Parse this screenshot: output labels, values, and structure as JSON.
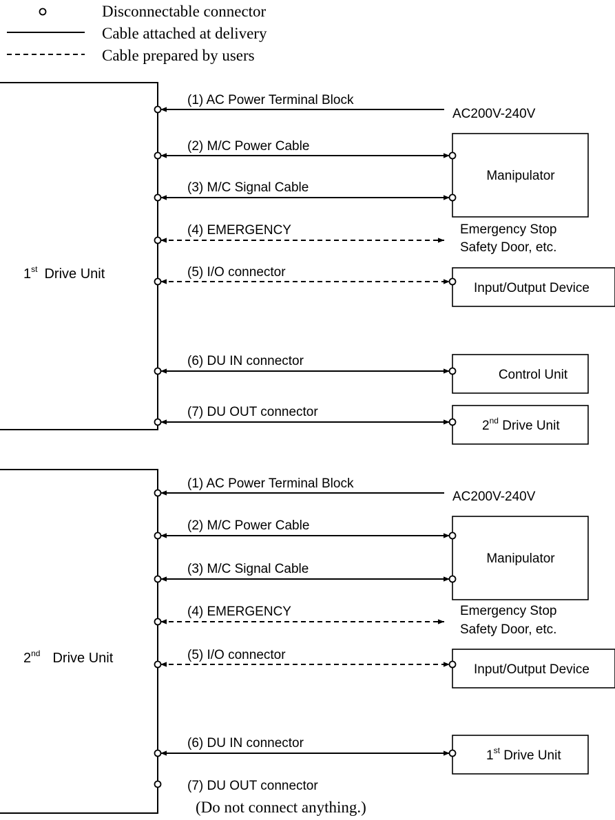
{
  "legend": {
    "connector": "Disconnectable connector",
    "solid": "Cable attached at delivery",
    "dashed": "Cable prepared by users"
  },
  "unit1": {
    "name_num": "1",
    "name_sup": "st",
    "name_rest": "Drive Unit",
    "cables": [
      {
        "label": "(1) AC Power Terminal Block"
      },
      {
        "label": "(2) M/C Power Cable"
      },
      {
        "label": "(3) M/C Signal Cable"
      },
      {
        "label": "(4) EMERGENCY"
      },
      {
        "label": "(5) I/O connector"
      },
      {
        "label": "(6) DU IN connector"
      },
      {
        "label": "(7) DU OUT connector"
      }
    ],
    "ac_source": "AC200V-240V",
    "manipulator": "Manipulator",
    "emergency_line1": "Emergency Stop",
    "emergency_line2": "Safety Door, etc.",
    "io_device": "Input/Output Device",
    "control_unit": "Control Unit",
    "du_out_target_num": "2",
    "du_out_target_sup": "nd",
    "du_out_target_rest": " Drive Unit"
  },
  "unit2": {
    "name_num": "2",
    "name_sup": "nd",
    "name_rest": "Drive Unit",
    "cables": [
      {
        "label": "(1) AC Power Terminal Block"
      },
      {
        "label": "(2) M/C Power Cable"
      },
      {
        "label": "(3) M/C Signal Cable"
      },
      {
        "label": "(4) EMERGENCY"
      },
      {
        "label": "(5) I/O connector"
      },
      {
        "label": "(6) DU IN connector"
      },
      {
        "label": "(7) DU OUT connector"
      }
    ],
    "ac_source": "AC200V-240V",
    "manipulator": "Manipulator",
    "emergency_line1": "Emergency Stop",
    "emergency_line2": "Safety Door, etc.",
    "io_device": "Input/Output Device",
    "du_in_target_num": "1",
    "du_in_target_sup": "st",
    "du_in_target_rest": " Drive Unit",
    "du_out_note": "(Do not connect anything.)"
  }
}
